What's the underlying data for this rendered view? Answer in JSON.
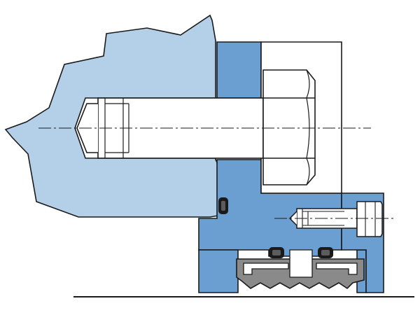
{
  "diagram": {
    "kind": "mechanical cross-section",
    "parts": [
      "housing",
      "flange",
      "cover-plate",
      "hex-bolt",
      "cap-screw",
      "o-ring",
      "lip-seal",
      "base-line",
      "center-lines"
    ]
  },
  "colors": {
    "housing_fill": "#b4cfe8",
    "part_fill": "#6b9fd1",
    "seal_fill": "#8a8a8a",
    "seal_core": "#5c5c5c",
    "outline": "#1a1a1a",
    "background": "#ffffff"
  }
}
